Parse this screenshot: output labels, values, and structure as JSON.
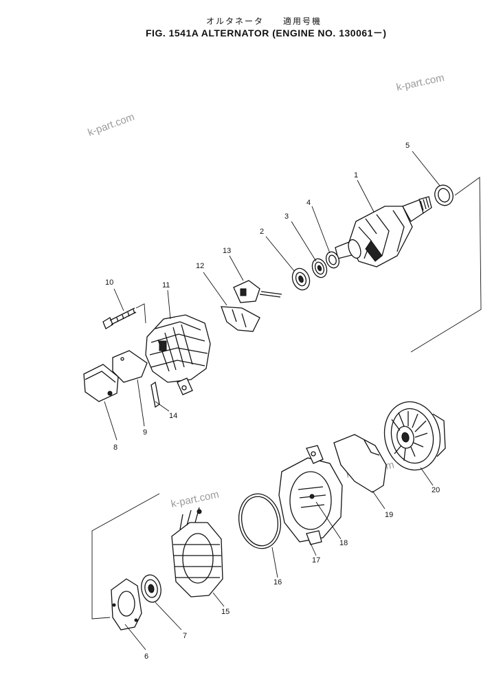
{
  "title_japanese": "オルタネータ　　適用号機",
  "title_english": "FIG. 1541A   ALTERNATOR (ENGINE NO. 130061－)",
  "watermarks": [
    "k-part.com",
    "k-part.com",
    "k-part.com",
    "k-part.com"
  ],
  "callouts": {
    "c1": "1",
    "c2": "2",
    "c3": "3",
    "c4": "4",
    "c5": "5",
    "c6": "6",
    "c7": "7",
    "c8": "8",
    "c9": "9",
    "c10": "10",
    "c11": "11",
    "c12": "12",
    "c13": "13",
    "c14": "14",
    "c15": "15",
    "c16": "16",
    "c17": "17",
    "c18": "18",
    "c19": "19",
    "c20": "20"
  },
  "colors": {
    "ink": "#111111",
    "watermark": "#9a9a9a",
    "paper": "#ffffff"
  }
}
